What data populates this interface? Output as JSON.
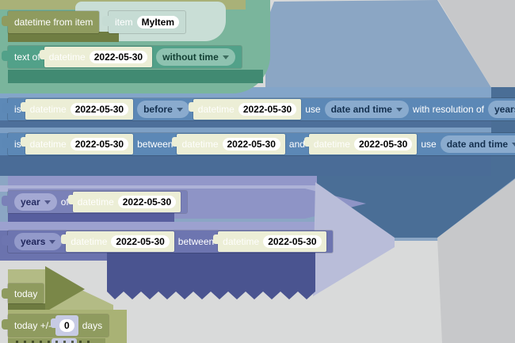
{
  "colors": {
    "olive_block": "#8f9b5f",
    "teal_block": "#52a189",
    "item_block": "#c6dcd4",
    "blue_block": "#5c88b6",
    "purple_block": "#7a81b8",
    "dark_purple_block": "#6d75b0",
    "shadow_block": "#eceed6",
    "field_bg": "#ffffff",
    "background_gray": "#d9dada"
  },
  "blocks": {
    "datetime_from_item": {
      "label": "datetime from item"
    },
    "item": {
      "label": "item",
      "value": "MyItem"
    },
    "text_of": {
      "label": "text of",
      "dt": {
        "label": "datetime",
        "value": "2022-05-30"
      },
      "mode": "without time"
    },
    "is_before": {
      "is": "is",
      "dt1": {
        "label": "datetime",
        "value": "2022-05-30"
      },
      "op": "before",
      "dt2": {
        "label": "datetime",
        "value": "2022-05-30"
      },
      "use": "use",
      "use_value": "date and time",
      "res_label": "with resolution of",
      "res_value": "years"
    },
    "is_between": {
      "is": "is",
      "dt1": {
        "label": "datetime",
        "value": "2022-05-30"
      },
      "between": "between",
      "dt2": {
        "label": "datetime",
        "value": "2022-05-30"
      },
      "and": "and",
      "dt3": {
        "label": "datetime",
        "value": "2022-05-30"
      },
      "use": "use",
      "use_value": "date and time"
    },
    "year_of": {
      "unit": "year",
      "of": "of",
      "dt": {
        "label": "datetime",
        "value": "2022-05-30"
      }
    },
    "years_between": {
      "unit": "years",
      "dt1": {
        "label": "datetime",
        "value": "2022-05-30"
      },
      "between": "between",
      "dt2": {
        "label": "datetime",
        "value": "2022-05-30"
      }
    },
    "today": {
      "label": "today"
    },
    "today_offset": {
      "label": "today +/-",
      "value": "0",
      "unit": "days"
    }
  }
}
